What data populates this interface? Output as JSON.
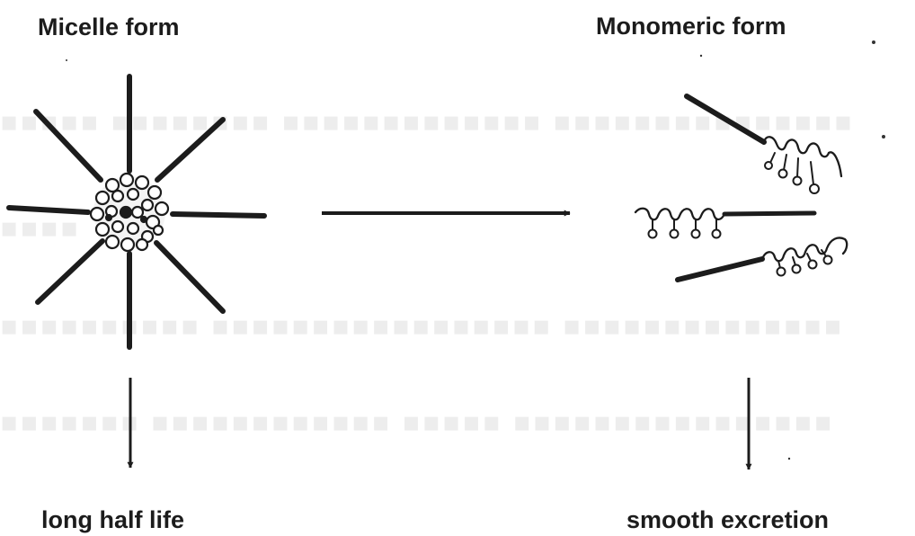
{
  "labels": {
    "micelle": "Micelle form",
    "monomeric": "Monomeric form",
    "long_half_life": "long half life",
    "smooth_excretion": "smooth excretion"
  }
}
